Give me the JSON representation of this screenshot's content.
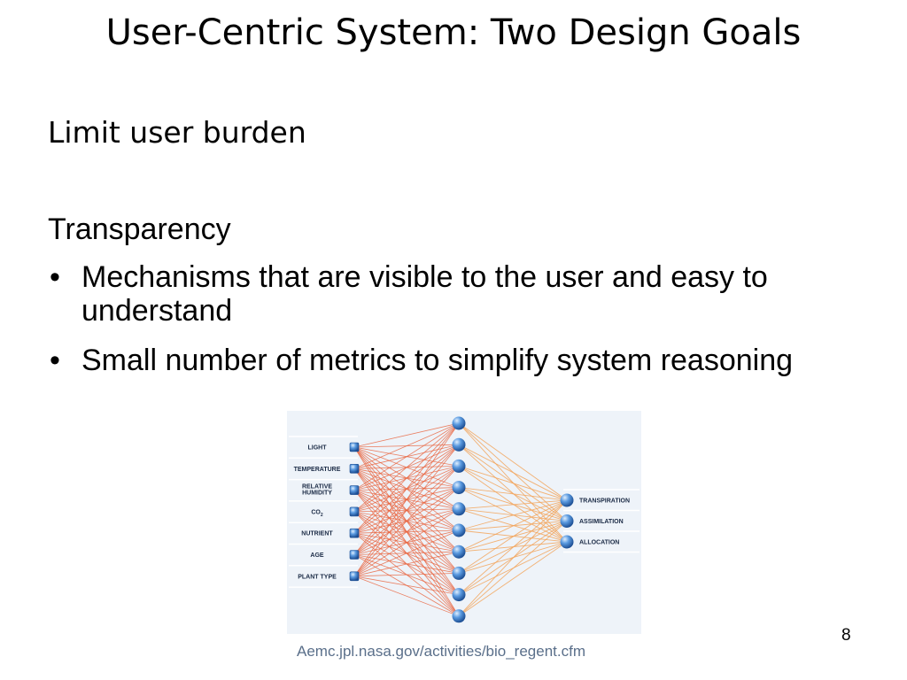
{
  "slide": {
    "title": "User-Centric System: Two Design Goals",
    "goal1": "Limit user burden",
    "goal2": "Transparency",
    "bullets": [
      "Mechanisms that are visible to the user and easy to understand",
      "Small number of metrics to simplify system reasoning"
    ],
    "caption": "Aemc.jpl.nasa.gov/activities/bio_regent.cfm",
    "page_number": "8"
  },
  "figure": {
    "inputs": [
      "LIGHT",
      "TEMPERATURE",
      "RELATIVE HUMIDITY",
      "CO2",
      "NUTRIENT",
      "AGE",
      "PLANT TYPE"
    ],
    "hidden_count": 10,
    "outputs": [
      "TRANSPIRATION",
      "ASSIMILATION",
      "ALLOCATION"
    ],
    "colors": {
      "background": "#eef3f9",
      "input_lines": "#e8603a",
      "output_lines": "#f2a55c",
      "node": "#3a78c8",
      "text": "#1a2a45"
    }
  }
}
